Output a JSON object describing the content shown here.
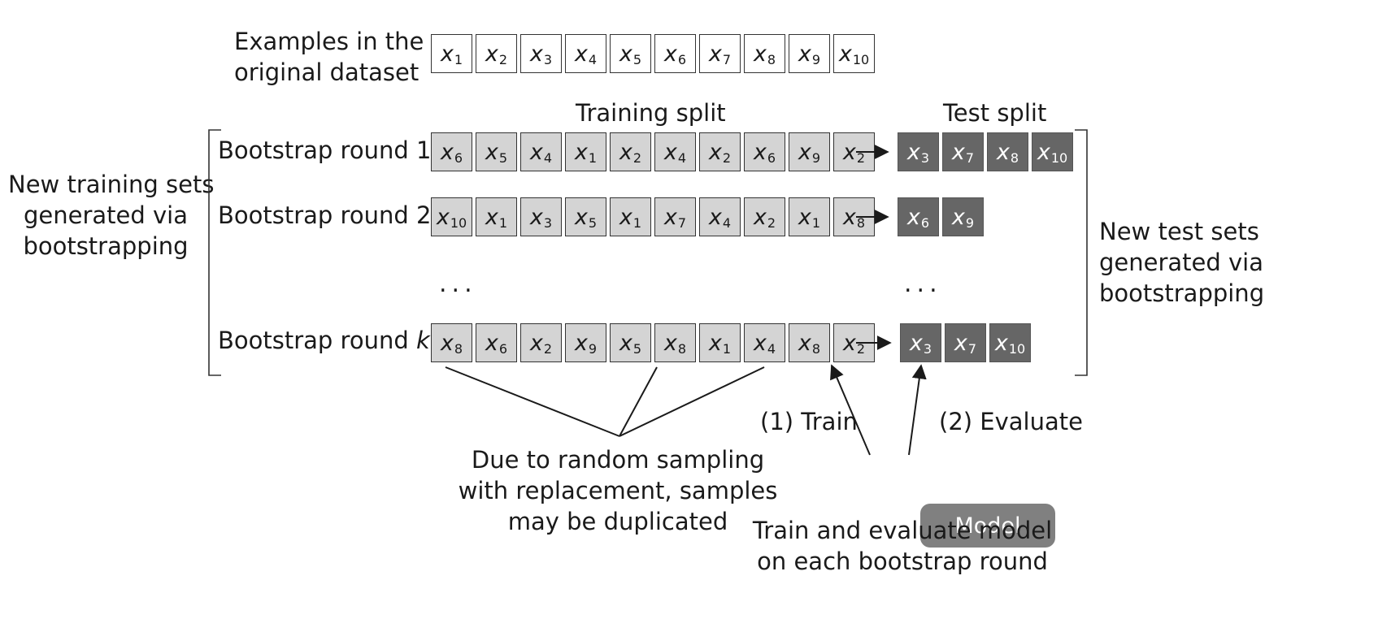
{
  "labels": {
    "original_line1": "Examples in the",
    "original_line2": "original dataset",
    "training_split": "Training split",
    "test_split": "Test split",
    "left_brace_line1": "New training sets",
    "left_brace_line2": "generated via",
    "left_brace_line3": "bootstrapping",
    "right_brace_line1": "New test sets",
    "right_brace_line2": "generated via",
    "right_brace_line3": "bootstrapping",
    "dots": "...",
    "train_step": "(1) Train",
    "evaluate_step": "(2) Evaluate",
    "model": "Model",
    "note_line1": "Due to random sampling",
    "note_line2": "with replacement, samples",
    "note_line3": "may be duplicated",
    "caption_line1": "Train and evaluate model",
    "caption_line2": "on each bootstrap round"
  },
  "original_dataset": [
    "1",
    "2",
    "3",
    "4",
    "5",
    "6",
    "7",
    "8",
    "9",
    "10"
  ],
  "rounds": [
    {
      "label": "Bootstrap round 1",
      "label_suffix": "",
      "train": [
        "6",
        "5",
        "4",
        "1",
        "2",
        "4",
        "2",
        "6",
        "9",
        "2"
      ],
      "test": [
        "3",
        "7",
        "8",
        "10"
      ]
    },
    {
      "label": "Bootstrap round 2",
      "label_suffix": "",
      "train": [
        "10",
        "1",
        "3",
        "5",
        "1",
        "7",
        "4",
        "2",
        "1",
        "8"
      ],
      "test": [
        "6",
        "9"
      ]
    },
    {
      "label": "Bootstrap round ",
      "label_suffix": "k",
      "train": [
        "8",
        "6",
        "2",
        "9",
        "5",
        "8",
        "1",
        "4",
        "8",
        "2"
      ],
      "test": [
        "3",
        "7",
        "10"
      ]
    }
  ],
  "symbol": "x",
  "colors": {
    "train_cell": "#d4d4d4",
    "test_cell": "#666666",
    "model": "#808080"
  }
}
